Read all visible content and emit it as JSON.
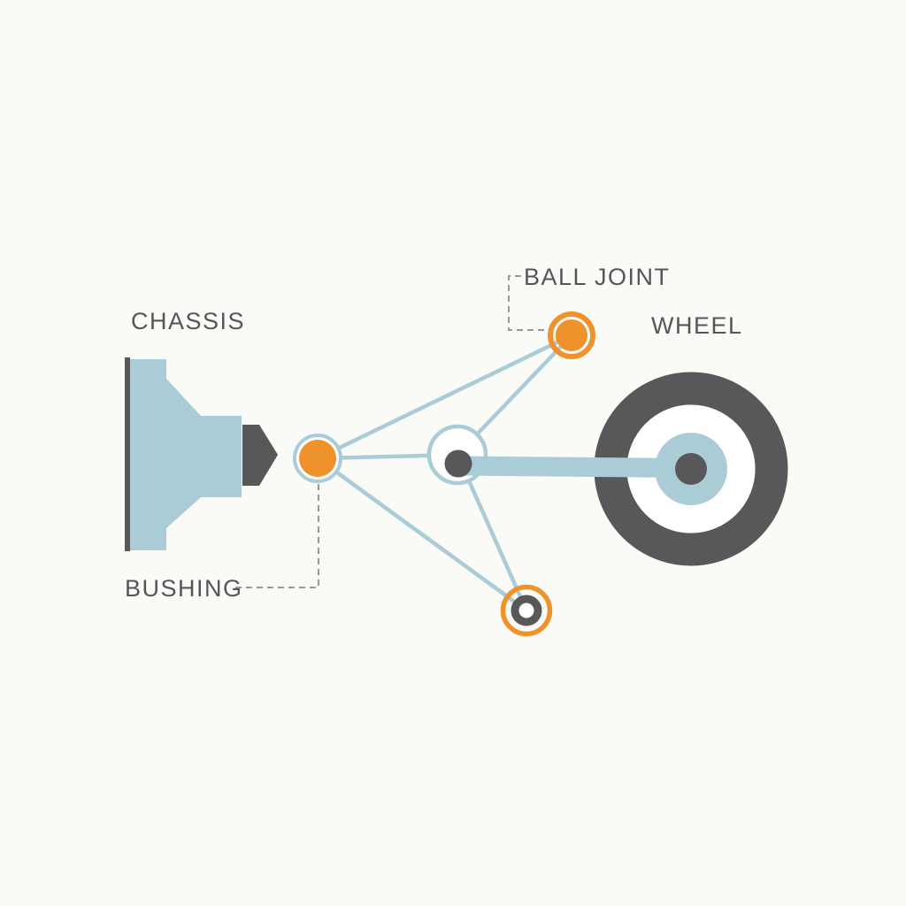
{
  "diagram": {
    "type": "suspension-linkage-diagram",
    "labels": {
      "chassis": "CHASSIS",
      "ball_joint": "BALL JOINT",
      "wheel": "WHEEL",
      "bushing": "BUSHING"
    },
    "colors": {
      "orange": "#F0922B",
      "blue": "#AACCD6",
      "dark_gray": "#58585A",
      "leader_gray": "#97989B",
      "text_gray": "#54565A",
      "background": "#FAFAF6",
      "white": "#FFFFFF"
    }
  }
}
